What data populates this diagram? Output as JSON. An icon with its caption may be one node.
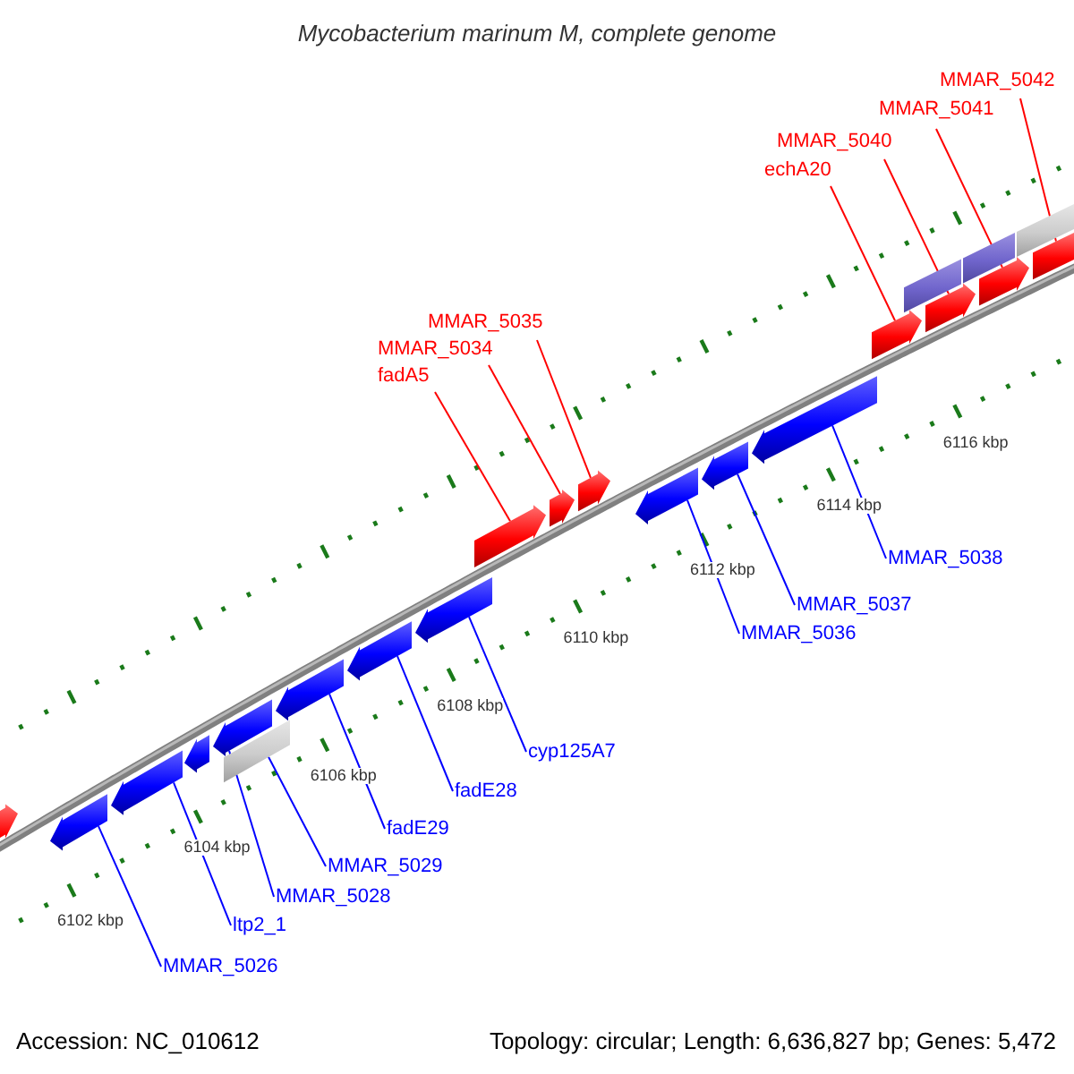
{
  "diagram": {
    "title": "Mycobacterium marinum M, complete genome",
    "nodes": [
      {
        "text": [
          "MMAR_5042"
        ]
      },
      {
        "text": [
          "MMAR_5041"
        ]
      },
      {
        "text": [
          "MMAR_5040"
        ]
      },
      {
        "text": [
          "echA20"
        ]
      },
      {
        "text": [
          "MMAR_5035"
        ]
      },
      {
        "text": [
          "MMAR_5034"
        ]
      },
      {
        "text": [
          "fadA5"
        ]
      },
      {
        "text": [],
        "shape": "arrow"
      },
      {
        "text": [],
        "shape": "arrow"
      },
      {
        "text": [],
        "shape": "arrow"
      },
      {
        "text": [],
        "shape": "arrow"
      },
      {
        "text": [],
        "shape": "arrow"
      },
      {
        "text": [],
        "shape": "arrow"
      },
      {
        "text": [],
        "shape": "arrow"
      },
      {
        "text": [],
        "shape": "box"
      },
      {
        "text": [],
        "shape": "box"
      },
      {
        "text": [],
        "shape": "box"
      },
      {
        "text": [],
        "shape": "box"
      },
      {
        "text": [
          "MMAR_5038"
        ]
      },
      {
        "text": [
          "MMAR_5037"
        ]
      },
      {
        "text": [
          "MMAR_5036"
        ]
      },
      {
        "text": [
          "cyp125A7"
        ]
      },
      {
        "text": [
          "fadE28"
        ]
      },
      {
        "text": [
          "fadE29"
        ]
      },
      {
        "text": [
          "MMAR_5029"
        ]
      },
      {
        "text": [
          "MMAR_5028"
        ]
      },
      {
        "text": [
          "ltp2_1"
        ]
      },
      {
        "text": [
          "MMAR_5026"
        ]
      },
      {
        "text": [],
        "shape": "arrow"
      },
      {
        "text": [],
        "shape": "arrow"
      },
      {
        "text": [],
        "shape": "arrow"
      },
      {
        "text": [],
        "shape": "arrow"
      },
      {
        "text": [],
        "shape": "arrow"
      },
      {
        "text": [],
        "shape": "arrow"
      },
      {
        "text": [],
        "shape": "arrow"
      },
      {
        "text": [],
        "shape": "box"
      },
      {
        "text": [],
        "shape": "arrow"
      },
      {
        "text": [],
        "shape": "arrow"
      },
      {
        "text": [],
        "shape": "arrow"
      }
    ],
    "edges": [
      {
        "from": 0,
        "to": 14,
        "arrow": "none",
        "color": "#ff0000"
      },
      {
        "from": 1,
        "to": 13,
        "arrow": "none",
        "color": "#ff0000"
      },
      {
        "from": 2,
        "to": 12,
        "arrow": "none",
        "color": "#ff0000"
      },
      {
        "from": 3,
        "to": 11,
        "arrow": "none",
        "color": "#ff0000"
      },
      {
        "from": 4,
        "to": 10,
        "arrow": "none",
        "color": "#ff0000"
      },
      {
        "from": 5,
        "to": 9,
        "arrow": "none",
        "color": "#ff0000"
      },
      {
        "from": 6,
        "to": 8,
        "arrow": "none",
        "color": "#ff0000"
      },
      {
        "from": 18,
        "to": 38,
        "arrow": "none"
      },
      {
        "from": 19,
        "to": 37,
        "arrow": "none"
      },
      {
        "from": 20,
        "to": 36,
        "arrow": "none"
      },
      {
        "from": 21,
        "to": 34,
        "arrow": "none"
      },
      {
        "from": 22,
        "to": 33,
        "arrow": "none"
      },
      {
        "from": 23,
        "to": 32,
        "arrow": "none"
      },
      {
        "from": 24,
        "to": 35,
        "arrow": "none"
      },
      {
        "from": 25,
        "to": 31,
        "arrow": "none"
      },
      {
        "from": 26,
        "to": 29,
        "arrow": "none"
      },
      {
        "from": 27,
        "to": 28,
        "arrow": "none"
      }
    ],
    "labels": [
      "6102 kbp",
      "6104 kbp",
      "6106 kbp",
      "6108 kbp",
      "6110 kbp",
      "6112 kbp",
      "6114 kbp",
      "6116 kbp",
      "Accession: NC_010612",
      "Topology: circular; Length: 6,636,827 bp; Genes: 5,472"
    ]
  }
}
